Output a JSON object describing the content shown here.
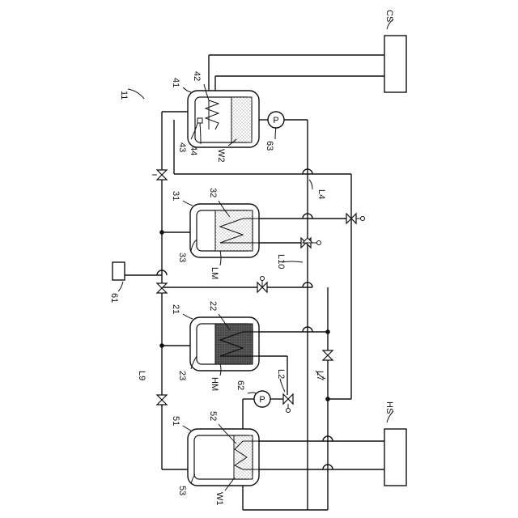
{
  "diagram": {
    "labels": {
      "system": "11",
      "cs": "CS",
      "hs": "HS",
      "controller": "61",
      "t41": "41",
      "t42": "42",
      "t43": "43",
      "t44": "44",
      "w2": "W2",
      "p63": "63",
      "pump": "P",
      "t31": "31",
      "t32": "32",
      "t33": "33",
      "lm": "LM",
      "t21": "21",
      "t22": "22",
      "t23": "23",
      "hm": "HM",
      "t51": "51",
      "t52": "52",
      "t53": "53",
      "w1": "W1",
      "p62": "62",
      "l2": "L2",
      "l4": "L4",
      "l7": "L7",
      "l9": "L9",
      "l10": "L10"
    },
    "colors": {
      "line": "#111111",
      "hm_fill": "#555555",
      "stipple": "#9a9a9a"
    }
  }
}
